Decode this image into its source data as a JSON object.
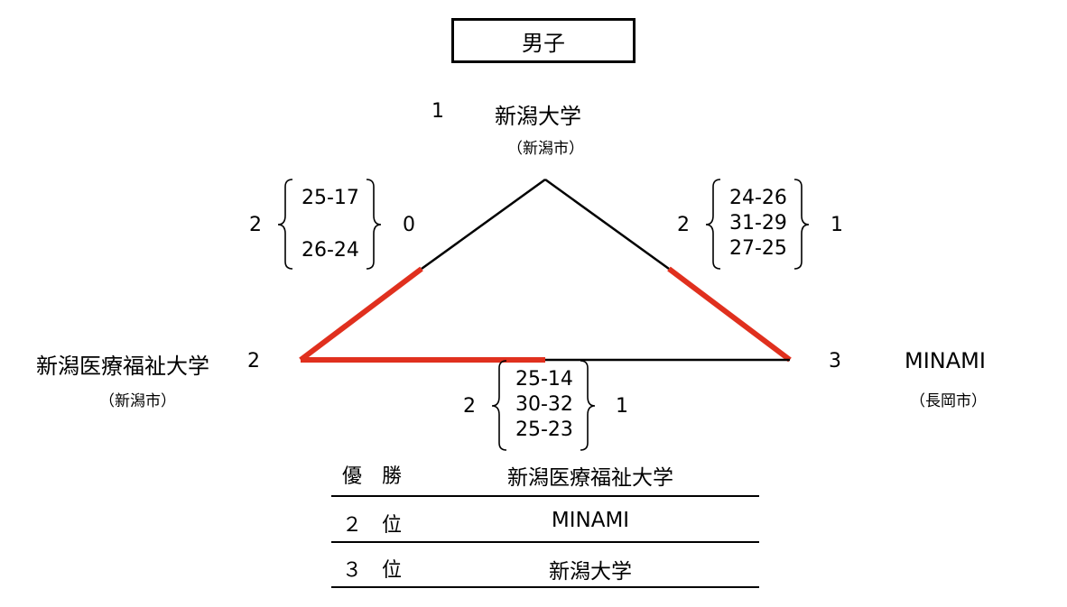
{
  "category_title": "男子",
  "colors": {
    "line": "#000000",
    "winner": "#e0301e"
  },
  "teams": {
    "top": {
      "seed": "1",
      "name": "新潟大学",
      "city": "（新潟市）"
    },
    "left": {
      "name": "新潟医療福祉大学",
      "seed": "2",
      "city": "（新潟市）"
    },
    "right": {
      "seed": "3",
      "name": "MINAMI",
      "city": "（長岡市）"
    }
  },
  "matches": {
    "left_top": {
      "sets_left": "2",
      "sets_right": "0",
      "scores": [
        "25-17",
        "26-24"
      ]
    },
    "right_top": {
      "sets_left": "2",
      "sets_right": "1",
      "scores": [
        "24-26",
        "31-29",
        "27-25"
      ]
    },
    "bottom": {
      "sets_left": "2",
      "sets_right": "1",
      "scores": [
        "25-14",
        "30-32",
        "25-23"
      ]
    }
  },
  "results": [
    {
      "rank": "優　勝",
      "team": "新潟医療福祉大学"
    },
    {
      "rank": "２　位",
      "team": "MINAMI"
    },
    {
      "rank": "３　位",
      "team": "新潟大学"
    }
  ]
}
